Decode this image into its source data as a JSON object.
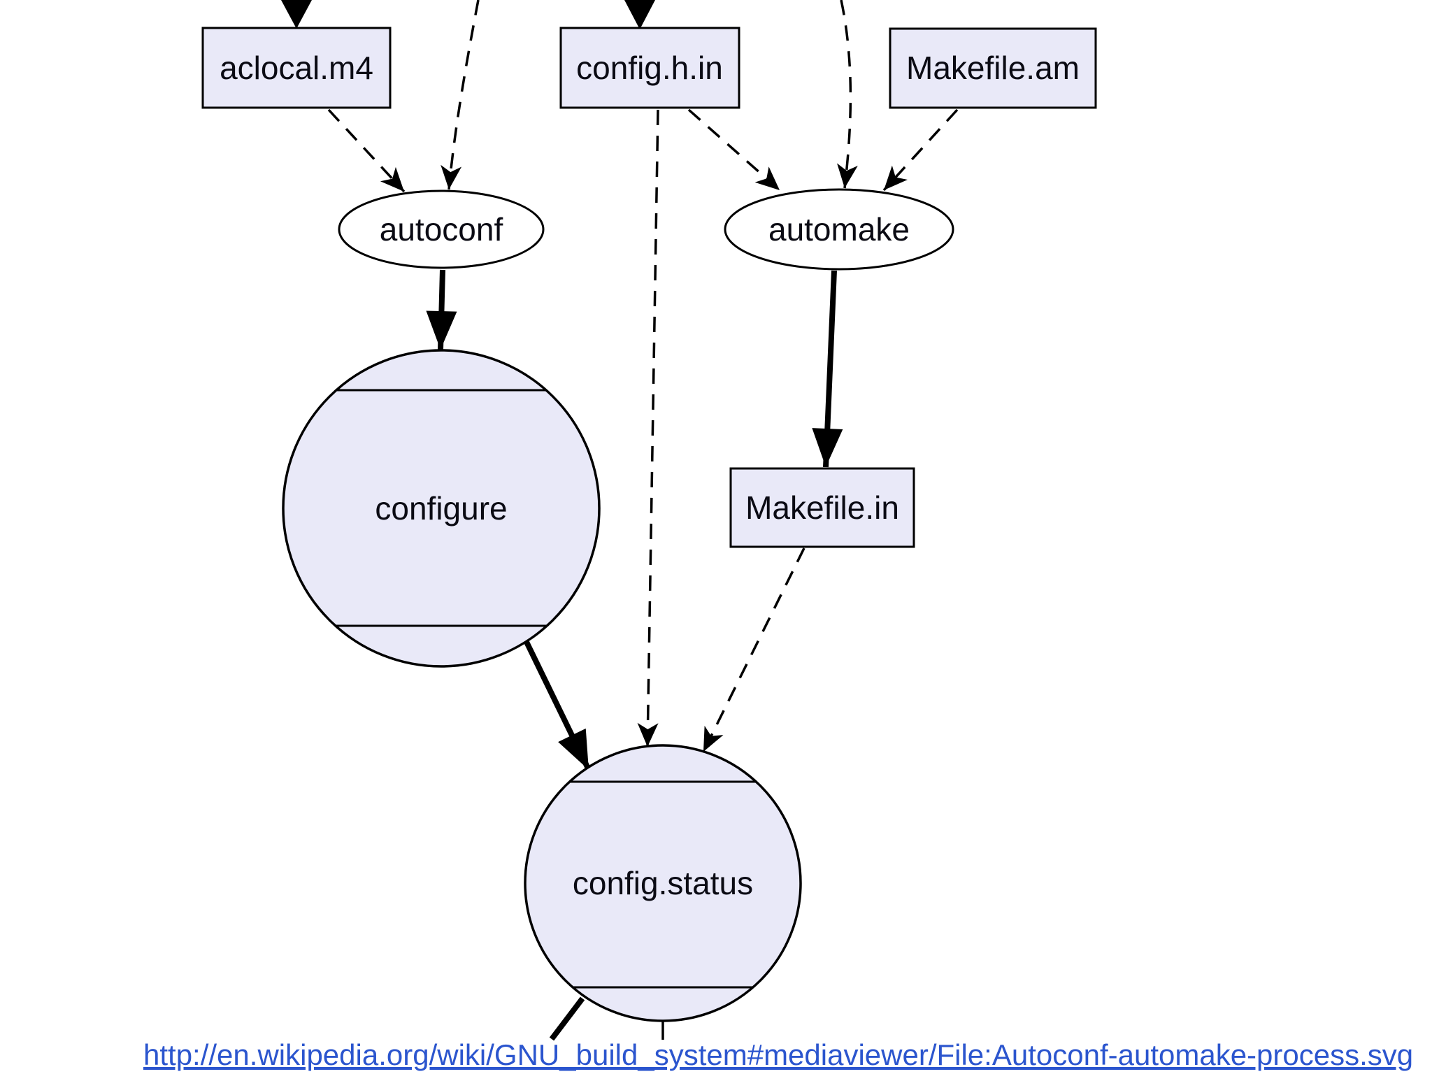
{
  "nodes": {
    "aclocal_m4": "aclocal.m4",
    "config_h_in": "config.h.in",
    "makefile_am": "Makefile.am",
    "autoconf": "autoconf",
    "automake": "automake",
    "configure": "configure",
    "makefile_in": "Makefile.in",
    "config_status": "config.status"
  },
  "footer": {
    "url": "http://en.wikipedia.org/wiki/GNU_build_system#mediaviewer/File:Autoconf-automake-process.svg"
  },
  "colors": {
    "node_fill": "#E9E9F8",
    "line": "#000000",
    "link": "#2B55CE",
    "background": "#FFFFFF"
  }
}
